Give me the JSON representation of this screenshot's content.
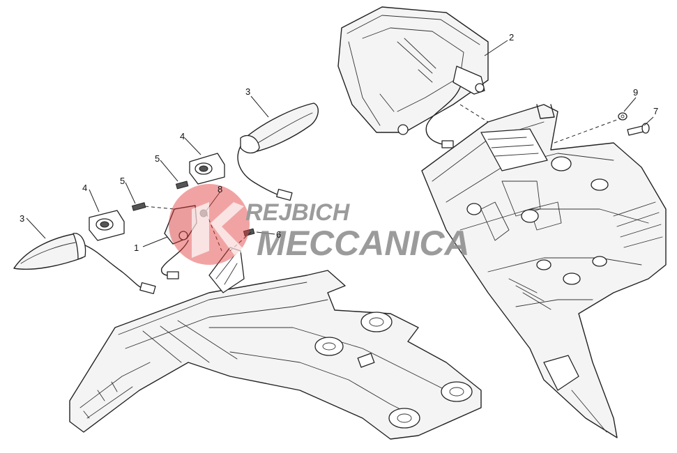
{
  "callouts": [
    {
      "id": "1",
      "label": "1"
    },
    {
      "id": "2",
      "label": "2"
    },
    {
      "id": "3a",
      "label": "3"
    },
    {
      "id": "3b",
      "label": "3"
    },
    {
      "id": "4a",
      "label": "4"
    },
    {
      "id": "4b",
      "label": "4"
    },
    {
      "id": "5a",
      "label": "5"
    },
    {
      "id": "5b",
      "label": "5"
    },
    {
      "id": "6",
      "label": "6"
    },
    {
      "id": "7",
      "label": "7"
    },
    {
      "id": "8",
      "label": "8"
    },
    {
      "id": "9",
      "label": "9"
    }
  ],
  "watermark": {
    "line1": "REJBICH",
    "line2": "MECCANICA",
    "color_red": "#e03a3a",
    "color_grey": "#8a8a8a"
  }
}
